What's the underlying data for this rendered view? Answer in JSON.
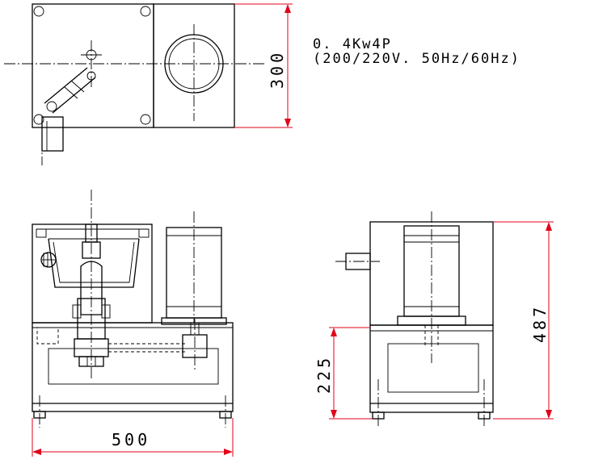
{
  "dimensions": {
    "width": "500",
    "height_plan": "300",
    "height_total": "487",
    "height_base": "225"
  },
  "motor_spec": {
    "line1": "0. 4Kw4P",
    "line2": "(200/220V. 50Hz/60Hz)"
  },
  "colors": {
    "dimension_line": "#e0001a",
    "drawing_line": "#000000"
  }
}
